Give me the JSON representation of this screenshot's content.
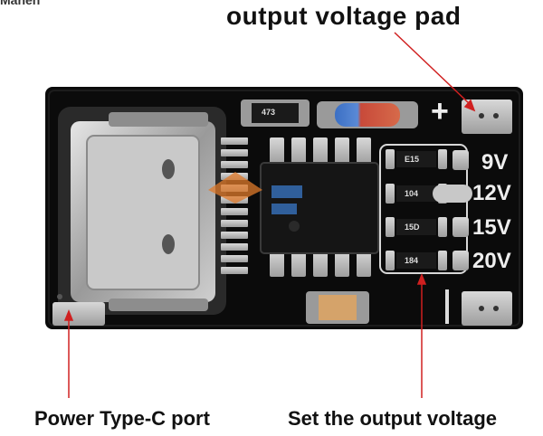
{
  "annotations": {
    "top_cutoff": "Manen",
    "output_voltage_pad": "output voltage pad",
    "power_port": "Power Type-C port",
    "set_voltage": "Set the output voltage"
  },
  "board": {
    "plus_sign": "+",
    "voltages": [
      "9V",
      "12V",
      "15V",
      "20V"
    ],
    "resistor_codes": [
      "473",
      "E15",
      "104",
      "15D",
      "184"
    ]
  },
  "colors": {
    "pcb": "#0b0b0b",
    "pad": "#b9b9b9",
    "arrow": "#d02020",
    "silkscreen": "#eeeeee"
  }
}
